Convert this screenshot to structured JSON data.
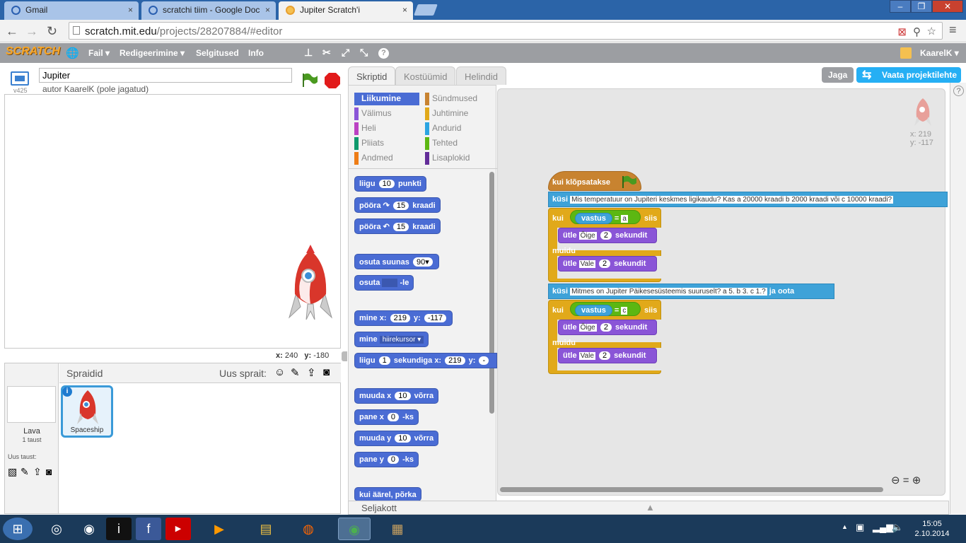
{
  "browser": {
    "tabs": [
      {
        "title": "Gmail",
        "close": "×"
      },
      {
        "title": "scratchi tiim - Google Doc",
        "close": "×"
      },
      {
        "title": "Jupiter Scratch'i",
        "close": "×"
      }
    ],
    "url_host": "scratch.mit.edu",
    "url_path": "/projects/28207884/#editor",
    "window_buttons": [
      "–",
      "❐",
      "✕"
    ]
  },
  "menu": {
    "logo": "SCRATCH",
    "file": "Fail ▾",
    "edit": "Redigeerimine ▾",
    "tips": "Selgitused",
    "about": "Info",
    "user": "KaarelK ▾"
  },
  "stage": {
    "title": "Jupiter",
    "author": "autor KaarelK (pole jagatud)",
    "version": "v425",
    "coords": {
      "x_label": "x:",
      "x": "240",
      "y_label": "y:",
      "y": "-180"
    }
  },
  "sprites": {
    "header": "Spraidid",
    "new_sprite": "Uus sprait:",
    "stage_label": "Lava",
    "backdrops": "1 taust",
    "new_backdrop": "Uus taust:",
    "sprite_name": "Spaceship"
  },
  "editor_tabs": [
    "Skriptid",
    "Kostüümid",
    "Helindid"
  ],
  "share_button": "Jaga",
  "project_page_button": "Vaata projektilehte",
  "categories": {
    "left": [
      "Liikumine",
      "Välimus",
      "Heli",
      "Pliiats",
      "Andmed"
    ],
    "right": [
      "Sündmused",
      "Juhtimine",
      "Andurid",
      "Tehted",
      "Lisaplokid"
    ],
    "colors": {
      "Liikumine": "#4a6cd4",
      "Välimus": "#8a55d7",
      "Heli": "#bb42c3",
      "Pliiats": "#0e9a6c",
      "Andmed": "#ee7d16",
      "Sündmused": "#c88330",
      "Juhtimine": "#e1a91a",
      "Andurid": "#2ca5e2",
      "Tehted": "#5cb712",
      "Lisaplokid": "#632d99"
    }
  },
  "palette": {
    "move": {
      "a": "liigu",
      "n": "10",
      "b": "punkti"
    },
    "turn_right": {
      "a": "pööra",
      "n": "15",
      "b": "kraadi"
    },
    "turn_left": {
      "a": "pööra",
      "n": "15",
      "b": "kraadi"
    },
    "point_dir": {
      "a": "osuta suunas",
      "n": "90▾"
    },
    "point_to": {
      "a": "osuta",
      "b": "-le"
    },
    "goto_xy": {
      "a": "mine x:",
      "x": "219",
      "b": "y:",
      "y": "-117"
    },
    "goto": {
      "a": "mine",
      "d": "hiirekursor ▾"
    },
    "glide": {
      "a": "liigu",
      "n": "1",
      "b": "sekundiga x:",
      "x": "219",
      "c": "y:",
      "y": "-"
    },
    "change_x": {
      "a": "muuda x",
      "n": "10",
      "b": "võrra"
    },
    "set_x": {
      "a": "pane x",
      "n": "0",
      "b": "-ks"
    },
    "change_y": {
      "a": "muuda y",
      "n": "10",
      "b": "võrra"
    },
    "set_y": {
      "a": "pane y",
      "n": "0",
      "b": "-ks"
    },
    "bounce": "kui äärel, põrka"
  },
  "script": {
    "hat": "kui klõpsatakse",
    "ask": "küsi",
    "q1": "Mis temperatuur on Jupiteri keskmes ligikaudu? Kas a 20000 kraadi b 2000 kraadi või c 10000 kraadi?",
    "if": "kui",
    "answer": "vastus",
    "eq": "=",
    "then": "siis",
    "a1": "a",
    "say": "ütle",
    "correct": "Õige",
    "secs": "2",
    "seconds": "sekundit",
    "else": "muidu",
    "wrong": "Vale",
    "q2": "Mitmes on Jupiter Päikesesüsteemis suuruselt? a 5. b 3. c 1.?",
    "and_wait": "ja oota",
    "a2": "c"
  },
  "sprite_info": {
    "x": "x: 219",
    "y": "y: -117"
  },
  "backpack": "Seljakott",
  "taskbar": {
    "time": "15:05",
    "date": "2.10.2014"
  }
}
